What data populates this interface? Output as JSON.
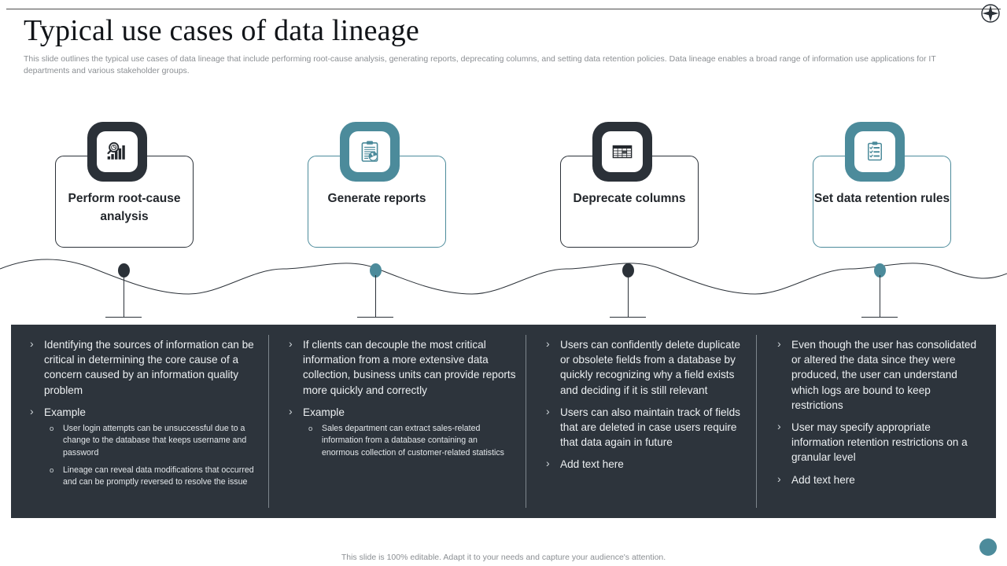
{
  "brand": {
    "icon": "compass-star-icon"
  },
  "header": {
    "title": "Typical use cases of data lineage",
    "subtitle": "This slide outlines the typical use cases of data lineage that include performing root-cause analysis, generating reports, deprecating columns, and setting data retention policies. Data lineage enables a broad range of information use applications for IT  departments and various stakeholder groups."
  },
  "colors": {
    "dark": "#2d343c",
    "badge_dark": "#2b3138",
    "teal": "#4c8b9b",
    "panel_text": "#edf0f2",
    "muted": "#8b8f93"
  },
  "cards": [
    {
      "label": "Perform root-cause analysis",
      "icon": "magnifier-bar-chart-icon",
      "accent": "dark"
    },
    {
      "label": "Generate reports",
      "icon": "clipboard-pie-chart-icon",
      "accent": "teal"
    },
    {
      "label": "Deprecate columns",
      "icon": "table-grid-icon",
      "accent": "dark"
    },
    {
      "label": "Set data retention rules",
      "icon": "clipboard-checklist-icon",
      "accent": "teal"
    }
  ],
  "columns": [
    {
      "bullets": [
        {
          "text": "Identifying  the sources of information can be critical in determining the core cause of a concern caused by an information quality  problem",
          "sub": []
        },
        {
          "text": "Example",
          "sub": [
            "User login attempts can be unsuccessful due to a change to the database that keeps username and password",
            "Lineage  can reveal  data  modifications that occurred and can be promptly reversed  to resolve the issue"
          ]
        }
      ]
    },
    {
      "bullets": [
        {
          "text": "If clients can decouple the most critical information from a more extensive  data collection,  business units  can provide reports more quickly and correctly",
          "sub": []
        },
        {
          "text": "Example",
          "sub": [
            "Sales department can extract sales-related  information  from  a database containing an enormous  collection of customer-related  statistics"
          ]
        }
      ]
    },
    {
      "bullets": [
        {
          "text": "Users can confidently  delete duplicate or obsolete fields from a database by quickly recognizing why  a field exists and deciding if it is still relevant",
          "sub": []
        },
        {
          "text": "Users can also maintain  track of fields that  are deleted in case users require that data again in future",
          "sub": []
        },
        {
          "text": "Add text here",
          "sub": []
        }
      ]
    },
    {
      "bullets": [
        {
          "text": "Even though  the user has consolidated or altered the data since they were produced, the user can understand  which logs are bound to keep restrictions",
          "sub": []
        },
        {
          "text": "User may specify appropriate information retention  restrictions on a granular  level",
          "sub": []
        },
        {
          "text": "Add text here",
          "sub": []
        }
      ]
    }
  ],
  "timeline": {
    "nodes": [
      {
        "accent": "dark"
      },
      {
        "accent": "teal"
      },
      {
        "accent": "dark"
      },
      {
        "accent": "teal"
      }
    ]
  },
  "footer": {
    "note": "This slide is 100% editable. Adapt it to your needs and capture your audience's attention."
  }
}
